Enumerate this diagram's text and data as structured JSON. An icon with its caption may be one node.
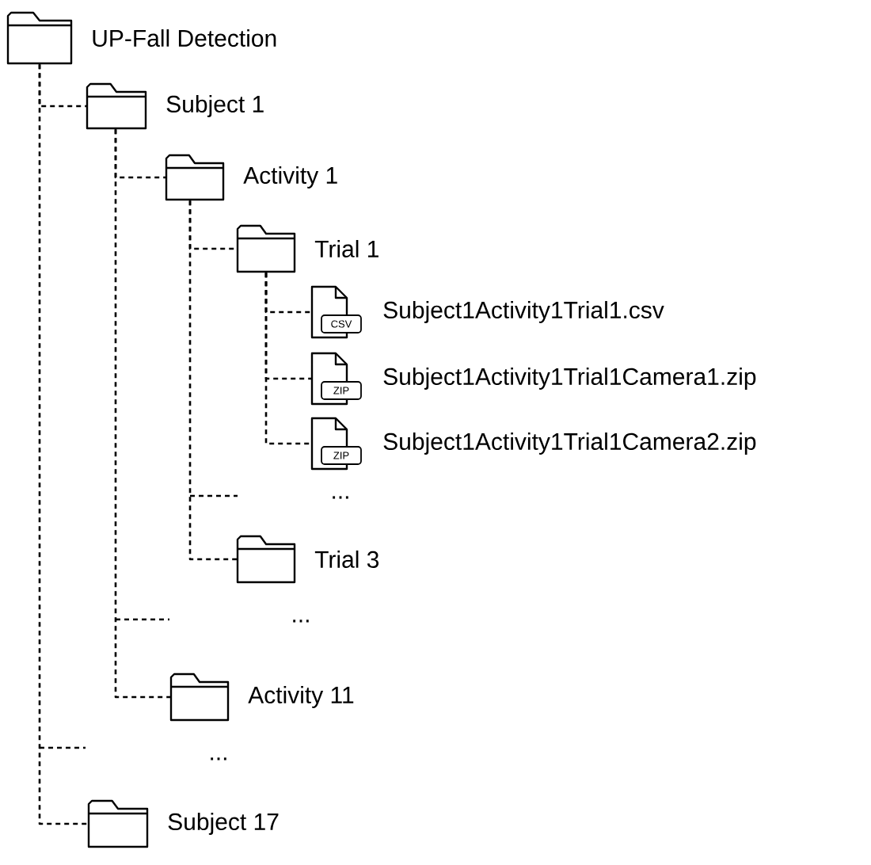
{
  "diagram": {
    "nodes": [
      {
        "text": [
          "UP-Fall Detection"
        ]
      },
      {
        "text": [
          "Subject 1"
        ]
      },
      {
        "text": [
          "Activity 1"
        ]
      },
      {
        "text": [
          "Trial 1"
        ]
      },
      {
        "text": [
          "CSV",
          "Subject1Activity1Trial1.csv"
        ]
      },
      {
        "text": [
          "ZIP",
          "Subject1Activity1Trial1Camera1.zip"
        ]
      },
      {
        "text": [
          "ZIP",
          "Subject1Activity1Trial1Camera2.zip"
        ]
      },
      {
        "text": [
          "Trial 3"
        ]
      },
      {
        "text": [
          "Activity 11"
        ]
      },
      {
        "text": [
          "Subject 17"
        ]
      }
    ],
    "edges": [
      {
        "from": 0,
        "to": 1,
        "arrow": "none",
        "style": "dashed"
      },
      {
        "from": 1,
        "to": 2,
        "arrow": "none",
        "style": "dashed"
      },
      {
        "from": 2,
        "to": 3,
        "arrow": "none",
        "style": "dashed"
      },
      {
        "from": 3,
        "to": 4,
        "arrow": "none",
        "style": "dashed"
      },
      {
        "from": 3,
        "to": 5,
        "arrow": "none",
        "style": "dashed"
      },
      {
        "from": 3,
        "to": 6,
        "arrow": "none",
        "style": "dashed"
      },
      {
        "from": 2,
        "to": 7,
        "arrow": "none",
        "style": "dashed"
      },
      {
        "from": 1,
        "to": 8,
        "arrow": "none",
        "style": "dashed"
      },
      {
        "from": 0,
        "to": 9,
        "arrow": "none",
        "style": "dashed"
      }
    ],
    "labels": [
      "...",
      "...",
      "..."
    ]
  }
}
